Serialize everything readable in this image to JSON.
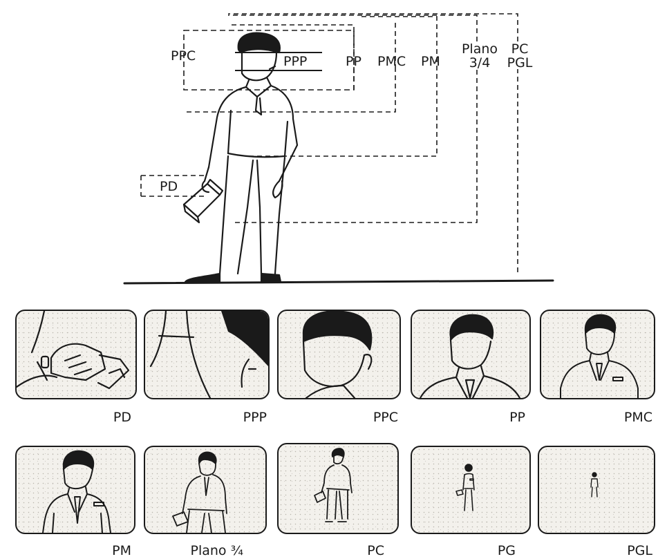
{
  "diagram": {
    "guide_labels": {
      "ppc": "PPC",
      "ppp": "PPP",
      "pp": "PP",
      "pmc": "PMC",
      "pm": "PM",
      "plano_line1": "Plano",
      "plano_line2": "3/4",
      "pc_line1": "PC",
      "pc_line2": "PGL",
      "pd": "PD"
    },
    "shots_row1": [
      {
        "caption": "PD",
        "icon": "hand-holding-case-closeup"
      },
      {
        "caption": "PPP",
        "icon": "eye-closeup"
      },
      {
        "caption": "PPC",
        "icon": "head-closeup"
      },
      {
        "caption": "PP",
        "icon": "head-and-shoulders"
      },
      {
        "caption": "PMC",
        "icon": "chest-shot"
      }
    ],
    "shots_row2": [
      {
        "caption": "PM",
        "icon": "waist-shot"
      },
      {
        "caption": "Plano ¾",
        "icon": "three-quarter-figure"
      },
      {
        "caption": "PC",
        "icon": "full-figure"
      },
      {
        "caption": "PG",
        "icon": "small-full-figure"
      },
      {
        "caption": "PGL",
        "icon": "tiny-figure"
      }
    ]
  }
}
